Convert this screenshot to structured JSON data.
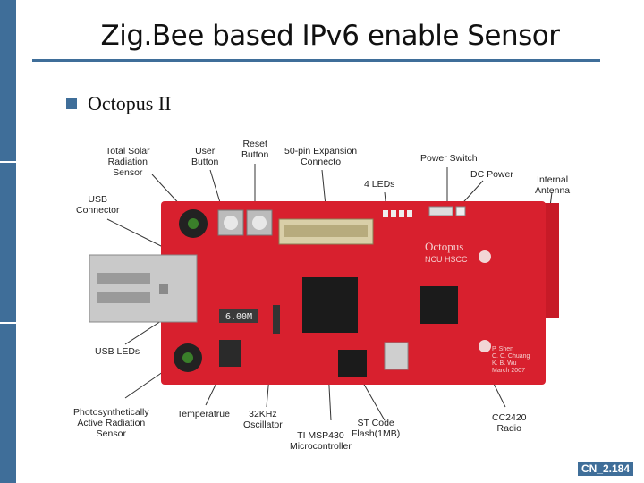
{
  "slide": {
    "title": "Zig.Bee based IPv6 enable Sensor",
    "bullet": "Octopus II",
    "footer": "CN_2.184"
  },
  "board": {
    "labels": {
      "solar": "Total Solar\nRadiation\nSensor",
      "user_button": "User\nButton",
      "reset_button": "Reset\nButton",
      "expansion": "50-pin Expansion\nConnecto",
      "power_switch": "Power Switch",
      "dc_power": "DC Power",
      "leds": "4 LEDs",
      "antenna": "Internal\nAntenna",
      "usb_connector": "USB\nConnector",
      "usb_leds": "USB LEDs",
      "photosynthetic": "Photosynthetically\nActive Radiation\nSensor",
      "temperature": "Temperatrue",
      "oscillator": "32KHz\nOscillator",
      "msp430": "TI MSP430\nMicrocontroller",
      "flash": "ST Code\nFlash(1MB)",
      "cc2420": "CC2420\nRadio"
    },
    "silkscreen": {
      "brand": "Octopus",
      "sub": "NCU  HSCC",
      "display": "6.00M",
      "credits": "P. Shen\nC. C. Chuang\nK. B. Wu\nMarch 2007"
    },
    "colors": {
      "pcb": "#d8202e",
      "usb_metal": "#c9c9c9"
    }
  }
}
